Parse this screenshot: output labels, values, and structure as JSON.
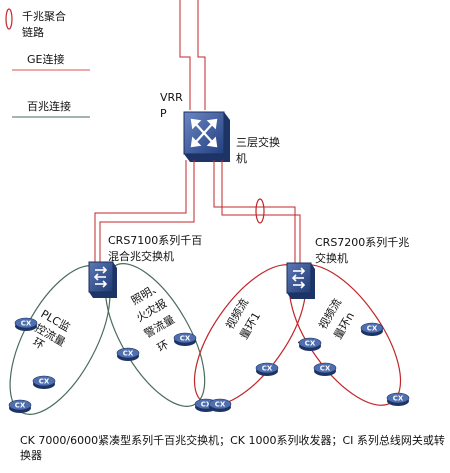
{
  "legend": {
    "gigabit_ring_label": "千兆聚合",
    "gigabit_ring_label2": "链路",
    "ge_label": "GE连接",
    "fe_label": "百兆连接"
  },
  "core": {
    "vrrp_line1": "VRR",
    "vrrp_line2": "P",
    "switch_label1": "三层交换",
    "switch_label2": "机"
  },
  "left_switch": {
    "label1": "CRS7100系列千百",
    "label2": "混合兆交换机"
  },
  "right_switch": {
    "label1": "CRS7200系列千兆",
    "label2": "交换机"
  },
  "rings": {
    "plc": [
      "PLC监",
      "控流量",
      "环"
    ],
    "lighting": [
      "照明、",
      "火灾报",
      "警流量",
      "环"
    ],
    "video1": [
      "视频流",
      "量环1"
    ],
    "video_n": [
      "视频流",
      "量环n"
    ],
    "ellipsis": "..."
  },
  "node_label": "CX",
  "caption": "CK 7000/6000紧凑型系列千百兆交换机；CK 1000系列收发器；CI 系列总线网关或转换器",
  "colors": {
    "gigabit": "#c0262a",
    "ge": "#d9534f",
    "fe": "#4a6b5a",
    "device_blue": "#2e4e8c"
  }
}
